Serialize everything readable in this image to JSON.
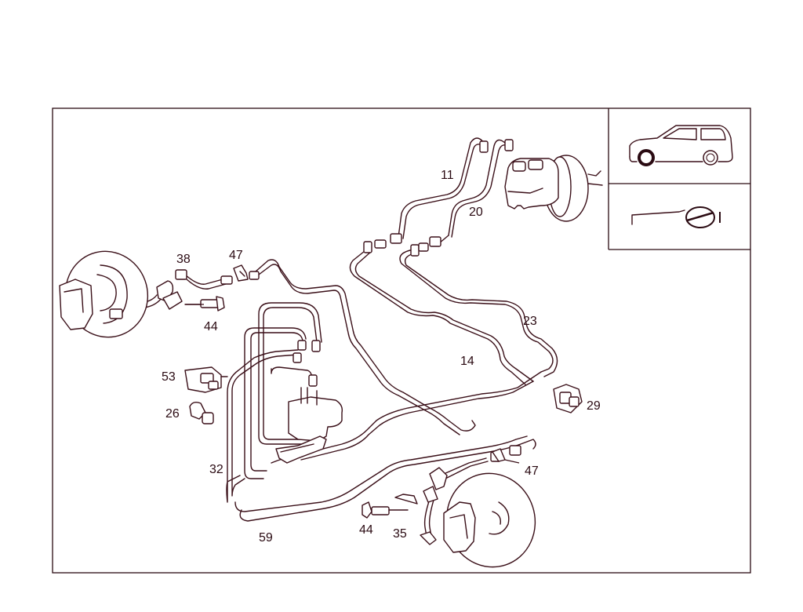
{
  "callouts": {
    "c11": "11",
    "c20": "20",
    "c38": "38",
    "c47a": "47",
    "c44a": "44",
    "c23": "23",
    "c14": "14",
    "c53": "53",
    "c29": "29",
    "c26": "26",
    "c32": "32",
    "c47b": "47",
    "c44b": "44",
    "c35": "35",
    "c59": "59"
  },
  "icons": {
    "vehicle": "station-wagon-side-icon",
    "brake": "brake-line-symbol-icon"
  }
}
